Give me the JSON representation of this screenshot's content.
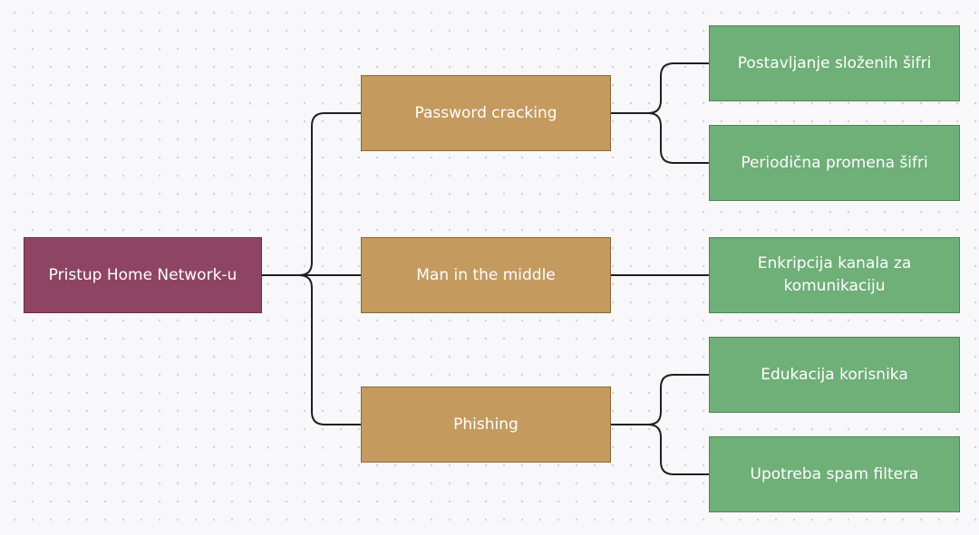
{
  "diagram": {
    "root": {
      "label": "Pristup Home Network-u"
    },
    "threats": [
      {
        "label": "Password cracking",
        "mitigations": [
          "Postavljanje složenih šifri",
          "Periodična promena šifri"
        ]
      },
      {
        "label": "Man in the middle",
        "mitigations": [
          "Enkripcija kanala za komunikaciju"
        ]
      },
      {
        "label": "Phishing",
        "mitigations": [
          "Edukacija korisnika",
          "Upotreba spam filtera"
        ]
      }
    ]
  },
  "colors": {
    "root_fill": "#8e4463",
    "threat_fill": "#c49a5e",
    "mitigation_fill": "#6faf78",
    "connector": "#1f1f1f"
  }
}
